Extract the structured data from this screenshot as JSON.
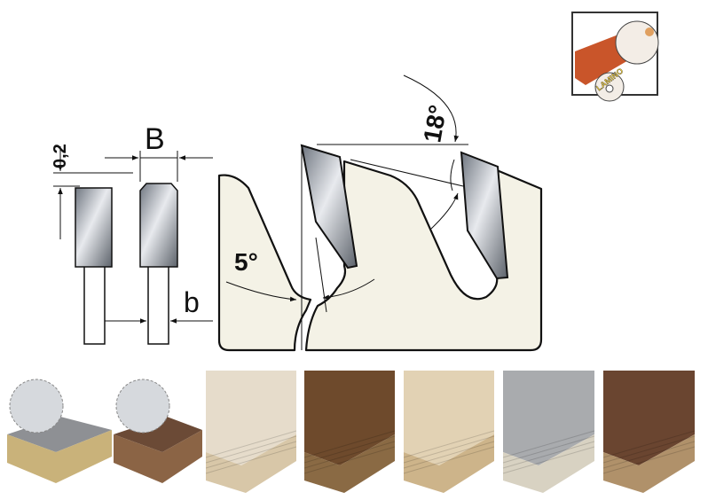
{
  "diagram": {
    "labels": {
      "kerf_width": "B",
      "body_thickness": "b",
      "side_clearance": "0,2",
      "hook_angle": "5°",
      "top_bevel_angle": "18°"
    },
    "badge": {
      "text": "LAMINO"
    },
    "materials": [
      {
        "name": "saw-on-grey-laminated-board",
        "top": "#8e9094",
        "edge": "#c9b27a"
      },
      {
        "name": "saw-on-brown-laminated-board",
        "top": "#6b4a36",
        "edge": "#8b6445"
      },
      {
        "name": "pine-board",
        "top": "#e6dccb",
        "edge": "#d8c7a8"
      },
      {
        "name": "zebrano-veneer-board",
        "top": "#6e4a2c",
        "edge": "#8a6a44"
      },
      {
        "name": "birch-plywood",
        "top": "#e2d2b4",
        "edge": "#cdb48a"
      },
      {
        "name": "grey-chipboard",
        "top": "#a9abae",
        "edge": "#d8d2c2"
      },
      {
        "name": "walnut-veneer-board",
        "top": "#6a4530",
        "edge": "#b0916a"
      }
    ],
    "colors": {
      "blade_body": "#f4f2e6",
      "carbide": "#8a9099",
      "outline": "#111111"
    }
  }
}
